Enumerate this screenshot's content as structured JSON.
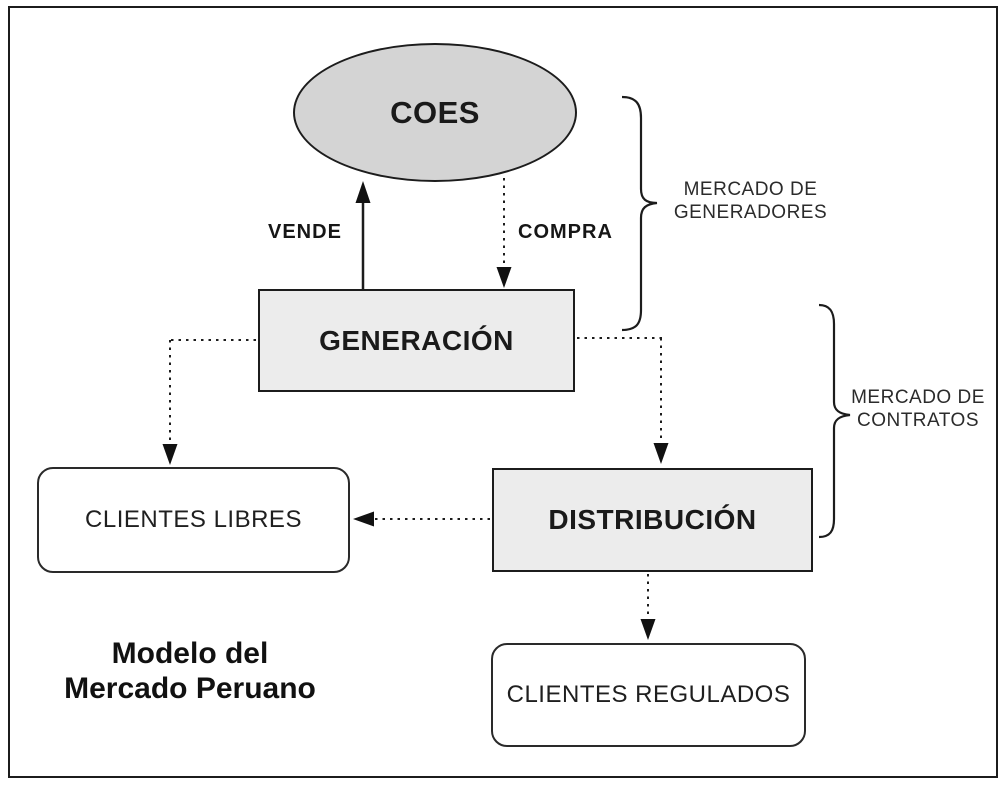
{
  "diagram": {
    "caption": {
      "line1": "Modelo del",
      "line2": "Mercado Peruano"
    },
    "nodes": {
      "coes": "COES",
      "generacion": "GENERACIÓN",
      "distribucion": "DISTRIBUCIÓN",
      "clientes_libres": "CLIENTES LIBRES",
      "clientes_regulados": "CLIENTES REGULADOS"
    },
    "edges": [
      {
        "from": "GENERACIÓN",
        "to": "COES",
        "label": "VENDE",
        "style": "solid-arrow"
      },
      {
        "from": "COES",
        "to": "GENERACIÓN",
        "label": "COMPRA",
        "style": "dotted-arrow"
      },
      {
        "from": "GENERACIÓN",
        "to": "CLIENTES LIBRES",
        "label": "",
        "style": "dotted-arrow"
      },
      {
        "from": "GENERACIÓN",
        "to": "DISTRIBUCIÓN",
        "label": "",
        "style": "dotted-arrow"
      },
      {
        "from": "DISTRIBUCIÓN",
        "to": "CLIENTES LIBRES",
        "label": "",
        "style": "dotted-arrow"
      },
      {
        "from": "DISTRIBUCIÓN",
        "to": "CLIENTES REGULADOS",
        "label": "",
        "style": "dotted-arrow"
      }
    ],
    "markets": [
      {
        "line1": "MERCADO DE",
        "line2": "GENERADORES",
        "groups": [
          "COES",
          "GENERACIÓN"
        ]
      },
      {
        "line1": "MERCADO DE",
        "line2": "CONTRATOS",
        "groups": [
          "GENERACIÓN",
          "DISTRIBUCIÓN"
        ]
      }
    ],
    "colors": {
      "ellipse_fill": "#d4d4d4",
      "box_fill": "#ececec",
      "stroke": "#1c1c1c",
      "background": "#ffffff"
    }
  }
}
